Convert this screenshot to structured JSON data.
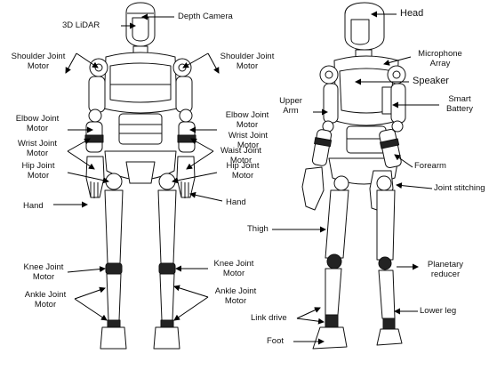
{
  "front_labels": {
    "lidar": "3D LiDAR",
    "depth_camera": "Depth Camera",
    "shoulder_left": [
      "Shoulder Joint",
      "Motor"
    ],
    "shoulder_right": [
      "Shoulder Joint",
      "Motor"
    ],
    "elbow_left": [
      "Elbow Joint",
      "Motor"
    ],
    "elbow_right": [
      "Elbow Joint",
      "Motor"
    ],
    "wrist_left": [
      "Wrist Joint",
      "Motor"
    ],
    "wrist_right": [
      "Wrist Joint",
      "Motor"
    ],
    "waist_right": [
      "Waist Joint",
      "Motor"
    ],
    "hip_left": [
      "Hip Joint",
      "Motor"
    ],
    "hip_right": [
      "Hip Joint",
      "Motor"
    ],
    "hand_left": "Hand",
    "hand_right": "Hand",
    "knee_left": [
      "Knee Joint",
      "Motor"
    ],
    "knee_right": [
      "Knee Joint",
      "Motor"
    ],
    "ankle_left": [
      "Ankle Joint",
      "Motor"
    ],
    "ankle_right": [
      "Ankle Joint",
      "Motor"
    ]
  },
  "side_labels": {
    "head": "Head",
    "microphone": [
      "Microphone",
      "Array"
    ],
    "speaker": "Speaker",
    "upper_arm": [
      "Upper",
      "Arm"
    ],
    "battery": [
      "Smart",
      "Battery"
    ],
    "forearm": "Forearm",
    "joint_stitching": "Joint stitching",
    "thigh": "Thigh",
    "planetary": [
      "Planetary",
      "reducer"
    ],
    "lower_leg": "Lower leg",
    "link_drive": "Link drive",
    "foot": "Foot"
  }
}
